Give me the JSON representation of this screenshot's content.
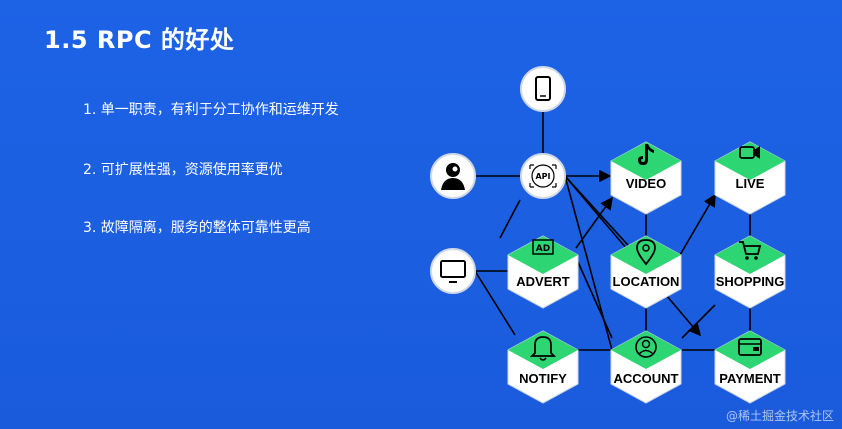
{
  "slide": {
    "title": "1.5  RPC 的好处",
    "points": [
      "1. 单一职责，有利于分工协作和运维开发",
      "2. 可扩展性强，资源使用率更优",
      "3. 故障隔离，服务的整体可靠性更高"
    ]
  },
  "diagram": {
    "api_label": "API",
    "services": {
      "video": {
        "label": "VIDEO",
        "icon": "tiktok-icon"
      },
      "live": {
        "label": "LIVE",
        "icon": "video-camera-icon"
      },
      "advert": {
        "label": "ADVERT",
        "icon": "ad-icon"
      },
      "location": {
        "label": "LOCATION",
        "icon": "map-pin-icon"
      },
      "shopping": {
        "label": "SHOPPING",
        "icon": "shopping-cart-icon"
      },
      "notify": {
        "label": "NOTIFY",
        "icon": "bell-icon"
      },
      "account": {
        "label": "ACCOUNT",
        "icon": "user-icon"
      },
      "payment": {
        "label": "PAYMENT",
        "icon": "wallet-icon"
      }
    },
    "clients": [
      "phone-icon",
      "person-icon",
      "monitor-icon"
    ],
    "colors": {
      "accent": "#2ed573",
      "background": "#1b5fe0"
    }
  },
  "watermark": "@稀土掘金技术社区"
}
